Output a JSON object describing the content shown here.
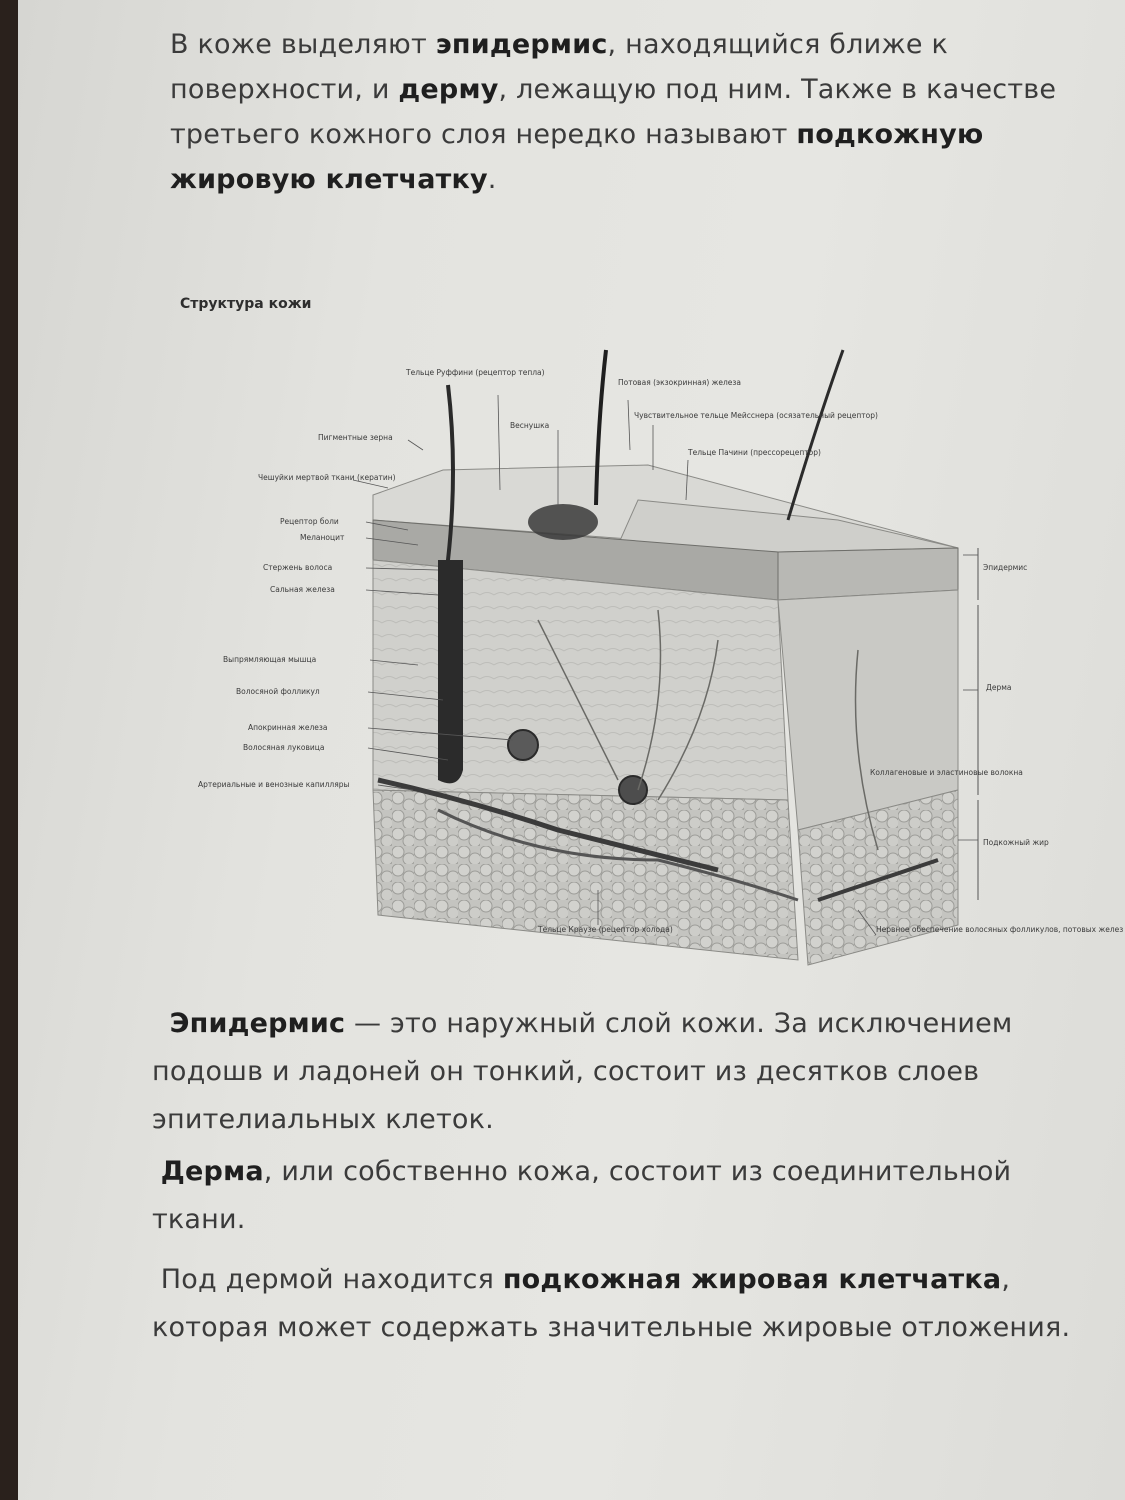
{
  "intro": {
    "t1": "В коже выделяют ",
    "b1": "эпидермис",
    "t2": ", находящийся ближе к поверхности, и ",
    "b2": "дерму",
    "t3": ", лежащую под ним. Также в качестве третьего кожного слоя нередко называют ",
    "b3": "подкожную жировую клетчатку",
    "t4": "."
  },
  "figure": {
    "title": "Структура кожи",
    "labels_left": [
      "Пигментные зерна",
      "Чешуйки мертвой ткани (кератин)",
      "Рецептор боли",
      "Меланоцит",
      "Стержень волоса",
      "Сальная железа",
      "Выпрямляющая мышца",
      "Волосяной фолликул",
      "Апокринная железа",
      "Волосяная луковица",
      "Артериальные и венозные капилляры"
    ],
    "labels_top": [
      "Тельце Руффини (рецептор тепла)",
      "Веснушка",
      "Потовая (экзокринная) железа",
      "Чувствительное тельце Мейсснера (осязательный рецептор)",
      "Тельце Пачини (прессорецептор)"
    ],
    "labels_right": [
      "Эпидермис",
      "Дерма",
      "Коллагеновые и эластиновые волокна",
      "Подкожный жир"
    ],
    "labels_bottom": [
      "Тельце Краузе (рецептор холода)",
      "Нервное обеспечение волосяных фолликулов, потовых желез и кожных рецепторов"
    ]
  },
  "epidermis": {
    "b": "Эпидермис",
    "t": " — это наружный слой кожи. За исключением подошв и ладоней он тонкий, состоит из десятков слоев эпителиальных клеток."
  },
  "derma": {
    "b": "Дерма",
    "t": ", или собственно кожа, состоит из соединительной ткани."
  },
  "fat": {
    "t1": "Под дермой находится ",
    "b": "подкожная жировая клетчатка",
    "t2": ", которая может содержать значительные жировые отложения."
  }
}
